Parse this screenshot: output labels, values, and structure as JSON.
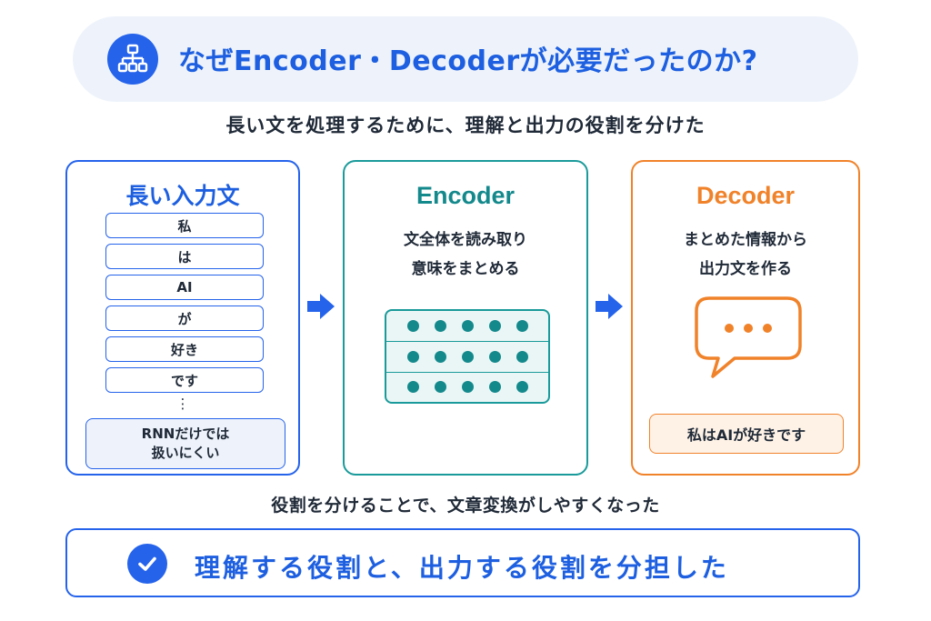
{
  "header": {
    "icon": "hierarchy-icon",
    "title": "なぜEncoder・Decoderが必要だったのか?"
  },
  "subtitle": "長い文を処理するために、理解と出力の役割を分けた",
  "input_card": {
    "title": "長い入力文",
    "tokens": [
      "私",
      "は",
      "AI",
      "が",
      "好き",
      "です"
    ],
    "ellipsis": "⋮",
    "note_line1": "RNNだけでは",
    "note_line2": "扱いにくい"
  },
  "encoder_card": {
    "title": "Encoder",
    "desc_line1": "文全体を読み取り",
    "desc_line2": "意味をまとめる",
    "matrix_rows": 3,
    "matrix_cols": 5
  },
  "decoder_card": {
    "title": "Decoder",
    "desc_line1": "まとめた情報から",
    "desc_line2": "出力文を作る",
    "bubble_icon": "speech-bubble-icon",
    "output": "私はAIが好きです"
  },
  "note": "役割を分けることで、文章変換がしやすくなった",
  "conclusion": {
    "icon": "check-icon",
    "text": "理解する役割と、出力する役割を分担した"
  },
  "colors": {
    "blue": "#2563eb",
    "teal": "#1a9a9a",
    "orange": "#f0822a"
  }
}
